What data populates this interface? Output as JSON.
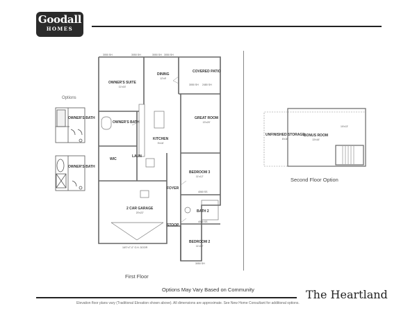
{
  "brand": {
    "line1": "Goodall",
    "line2": "HOMES"
  },
  "plan_name": "The Heartland",
  "options_note": "Options May Vary Based on Community",
  "disclaimer": "Elevation floor plans vary (Traditional Elevation shown above). All dimensions are approximate. See New Home Consultant for additional options.",
  "first_floor": {
    "caption": "First Floor",
    "rooms": [
      {
        "name": "OWNER'S SUITE",
        "dim": "11'x16'"
      },
      {
        "name": "DINING",
        "dim": "12'x9'"
      },
      {
        "name": "COVERED PATIO",
        "dim": ""
      },
      {
        "name": "GREAT ROOM",
        "dim": "13'x20'"
      },
      {
        "name": "OWNER'S BATH",
        "dim": ""
      },
      {
        "name": "KITCHEN",
        "dim": "9'x16'"
      },
      {
        "name": "WIC",
        "dim": ""
      },
      {
        "name": "LAUN",
        "dim": ""
      },
      {
        "name": "BEDROOM 3",
        "dim": "11'x12'"
      },
      {
        "name": "FOYER",
        "dim": ""
      },
      {
        "name": "2 CAR GARAGE",
        "dim": "20'x22'"
      },
      {
        "name": "BATH 2",
        "dim": ""
      },
      {
        "name": "STOOP",
        "dim": ""
      },
      {
        "name": "BEDROOM 2",
        "dim": "11'x12'"
      }
    ],
    "window_tags": [
      "3050 SH",
      "3050 SH",
      "3050 SH",
      "3050 SH",
      "3050 SH",
      "2480 SH",
      "4060 SS",
      "4060 SS",
      "3050 SH"
    ],
    "garage_door": "16'0\"x7'-0\" O.H. DOOR"
  },
  "options_panel": {
    "caption": "Options",
    "variants": [
      {
        "name": "OWNER'S BATH"
      },
      {
        "name": "OWNER'S BATH"
      }
    ]
  },
  "second_floor": {
    "caption": "Second Floor Option",
    "rooms": [
      {
        "name": "UNFINISHED STORAGE",
        "dim": "8'x16'"
      },
      {
        "name": "BONUS ROOM",
        "dim": "13'x16'"
      },
      {
        "name": "",
        "dim": "10'x13'"
      }
    ]
  }
}
